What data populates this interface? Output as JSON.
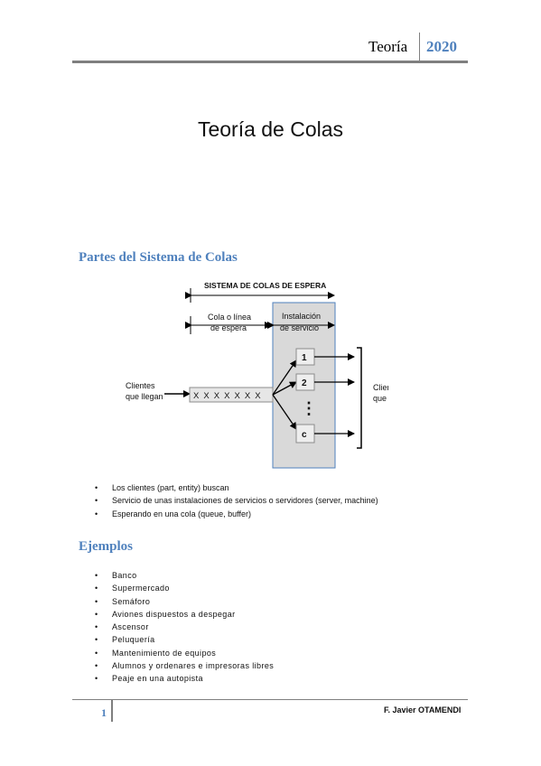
{
  "header": {
    "title": "Teoría",
    "year": "2020"
  },
  "doc_title": "Teoría de Colas",
  "section1": {
    "heading": "Partes del Sistema de Colas",
    "bullets": [
      "Los clientes (part, entity) buscan",
      "Servicio de unas instalaciones de servicios o servidores (server, machine)",
      "Esperando en una cola (queue, buffer)"
    ]
  },
  "diagram": {
    "system_label": "SISTEMA DE COLAS DE ESPERA",
    "queue_label_1": "Cola o línea",
    "queue_label_2": "de espera",
    "service_label_1": "Instalación",
    "service_label_2": "de servicio",
    "arrivals_1": "Clientes",
    "arrivals_2": "que llegan",
    "departures_1": "Clientes",
    "departures_2": "que salen",
    "queue_items": "X X X X X X X",
    "server_1": "1",
    "server_2": "2",
    "server_c": "c",
    "dots": "⋮"
  },
  "section2": {
    "heading": "Ejemplos",
    "bullets": [
      "Banco",
      "Supermercado",
      "Semáforo",
      "Aviones dispuestos a despegar",
      "Ascensor",
      "Peluquería",
      "Mantenimiento de equipos",
      "Alumnos y ordenares e impresoras libres",
      "Peaje en una autopista"
    ]
  },
  "footer": {
    "page": "1",
    "author": "F. Javier OTAMENDI"
  },
  "colors": {
    "accent": "#4f81bd",
    "rule": "#7f7f7f",
    "service_box": "#d9d9d9"
  }
}
